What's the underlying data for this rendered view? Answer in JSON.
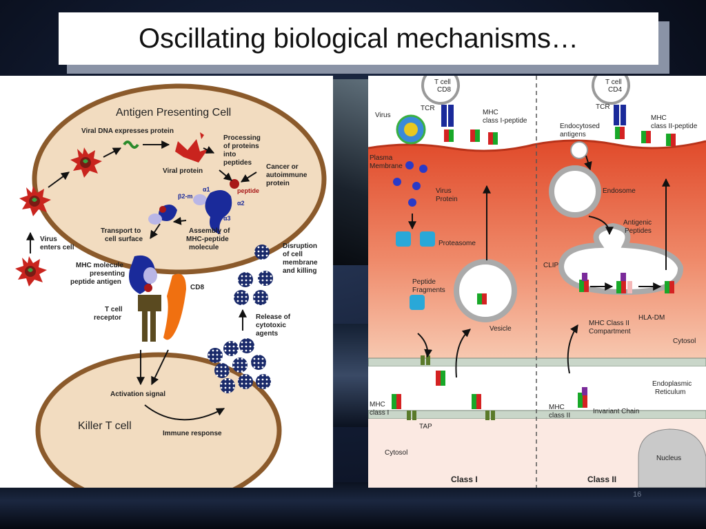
{
  "slide": {
    "title": "Oscillating biological mechanisms…",
    "page_number": "16"
  },
  "left_diagram": {
    "apc_title": "Antigen Presenting Cell",
    "killer_title": "Killer T cell",
    "labels": {
      "viral_dna": "Viral DNA expresses protein",
      "processing_1": "Processing",
      "processing_2": "of proteins",
      "processing_3": "into",
      "processing_4": "peptides",
      "viral_protein": "Viral protein",
      "cancer_1": "Cancer or",
      "cancer_2": "autoimmune",
      "cancer_3": "protein",
      "peptide": "peptide",
      "b2m": "β2-m",
      "a1": "α1",
      "a2": "α2",
      "a3": "α3",
      "virus_enters_1": "Virus",
      "virus_enters_2": "enters cell",
      "transport_1": "Transport to",
      "transport_2": "cell surface",
      "assembly_1": "Assembly of",
      "assembly_2": "MHC-peptide",
      "assembly_3": "molecule",
      "mhc_1": "MHC molecule",
      "mhc_2": "presenting",
      "mhc_3": "peptide antigen",
      "cd8": "CD8",
      "tcr_1": "T cell",
      "tcr_2": "receptor",
      "disruption_1": "Disruption",
      "disruption_2": "of cell",
      "disruption_3": "membrane",
      "disruption_4": "and killing",
      "release_1": "Release of",
      "release_2": "cytotoxic",
      "release_3": "agents",
      "activation": "Activation signal",
      "immune": "Immune response"
    }
  },
  "right_diagram": {
    "labels": {
      "tcell_cd8_1": "T cell",
      "tcell_cd8_2": "CD8",
      "tcell_cd4_1": "T cell",
      "tcell_cd4_2": "CD4",
      "tcr_left": "TCR",
      "tcr_right": "TCR",
      "virus": "Virus",
      "mhc_i_peptide_1": "MHC",
      "mhc_i_peptide_2": "class I-peptide",
      "endocytosed_1": "Endocytosed",
      "endocytosed_2": "antigens",
      "mhc_ii_peptide_1": "MHC",
      "mhc_ii_peptide_2": "class II-peptide",
      "plasma_1": "Plasma",
      "plasma_2": "Membrane",
      "virus_protein_1": "Virus",
      "virus_protein_2": "Protein",
      "endosome": "Endosome",
      "antigenic_1": "Antigenic",
      "antigenic_2": "Peptides",
      "proteasome": "Proteasome",
      "clip": "CLIP",
      "peptide_frag_1": "Peptide",
      "peptide_frag_2": "Fragments",
      "vesicle": "Vesicle",
      "hla_dm": "HLA-DM",
      "mhc_compartment_1": "MHC Class II",
      "mhc_compartment_2": "Compartment",
      "cytosol_right": "Cytosol",
      "er_1": "Endoplasmic",
      "er_2": "Reticulum",
      "mhc_class_i_1": "MHC",
      "mhc_class_i_2": "class I",
      "tap": "TAP",
      "mhc_class_ii_1": "MHC",
      "mhc_class_ii_2": "class II",
      "invariant": "Invariant Chain",
      "cytosol_left": "Cytosol",
      "nucleus": "Nucleus",
      "class_i": "Class I",
      "class_ii": "Class II"
    }
  },
  "colors": {
    "cell_fill": "#f2dcc0",
    "cell_border": "#8b5a2b",
    "membrane_red": "#e05a3a",
    "peach": "#f5b89e",
    "mhc_red": "#d42222",
    "mhc_green": "#18a828",
    "proteasome_blue": "#29a8d8",
    "dark_blue": "#1a2a8a"
  }
}
